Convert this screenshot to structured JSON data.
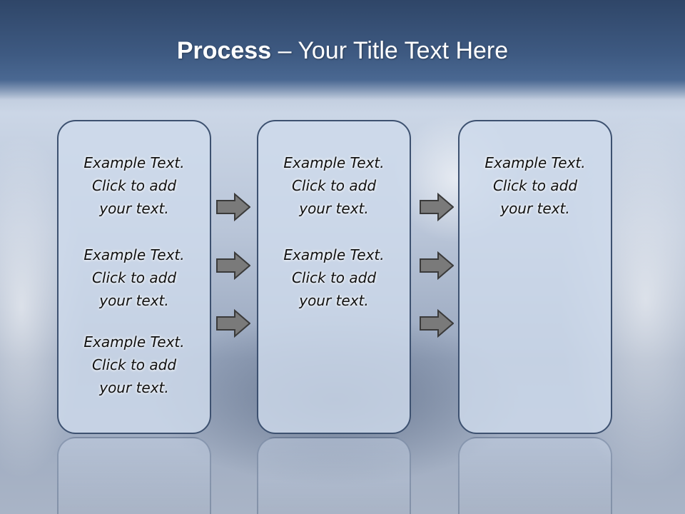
{
  "slide": {
    "title_bold": "Process",
    "title_rest": "– Your Title Text Here"
  },
  "columns": [
    {
      "items": [
        {
          "line1": "Example Text.",
          "line2": "Click  to add",
          "line3": "your text."
        },
        {
          "line1": "Example Text.",
          "line2": "Click  to add",
          "line3": "your text."
        },
        {
          "line1": "Example Text.",
          "line2": "Click  to add",
          "line3": "your text."
        }
      ]
    },
    {
      "items": [
        {
          "line1": "Example Text.",
          "line2": "Click  to add",
          "line3": "your text."
        },
        {
          "line1": "Example Text.",
          "line2": "Click  to add",
          "line3": "your text."
        }
      ]
    },
    {
      "items": [
        {
          "line1": "Example Text.",
          "line2": "Click  to add",
          "line3": "your text."
        }
      ]
    }
  ],
  "icons": {
    "connector": "right-arrow-icon"
  },
  "colors": {
    "header": "#3e5a82",
    "box_fill": "#cedaec",
    "box_border": "#3d5170",
    "arrow_fill": "#7a7a7a"
  }
}
